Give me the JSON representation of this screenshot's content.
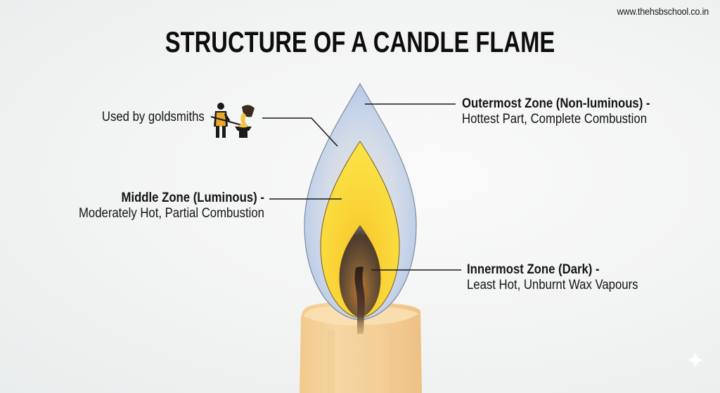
{
  "header": {
    "website": "www.thehsbschool.co.in",
    "title": "STRUCTURE OF A CANDLE FLAME"
  },
  "labels": {
    "goldsmiths": {
      "text": "Used by goldsmiths",
      "icon": "goldsmith-pouring-molten-gold-icon"
    },
    "outermost": {
      "title": "Outermost Zone (Non-luminous) -",
      "description": "Hottest Part, Complete Combustion"
    },
    "middle": {
      "title": "Middle Zone (Luminous) -",
      "description": "Moderately Hot, Partial Combustion"
    },
    "innermost": {
      "title": "Innermost Zone (Dark) -",
      "description": "Least Hot, Unburnt Wax Vapours"
    }
  },
  "colors": {
    "outer_zone": "#b8cbe8",
    "middle_zone": "#f8d937",
    "inner_zone": "#5a4530",
    "candle": "#f3cf95",
    "leader_line": "#1a1a1a",
    "apron": "#e8a92a"
  },
  "watermark_icon": "sparkle-icon"
}
